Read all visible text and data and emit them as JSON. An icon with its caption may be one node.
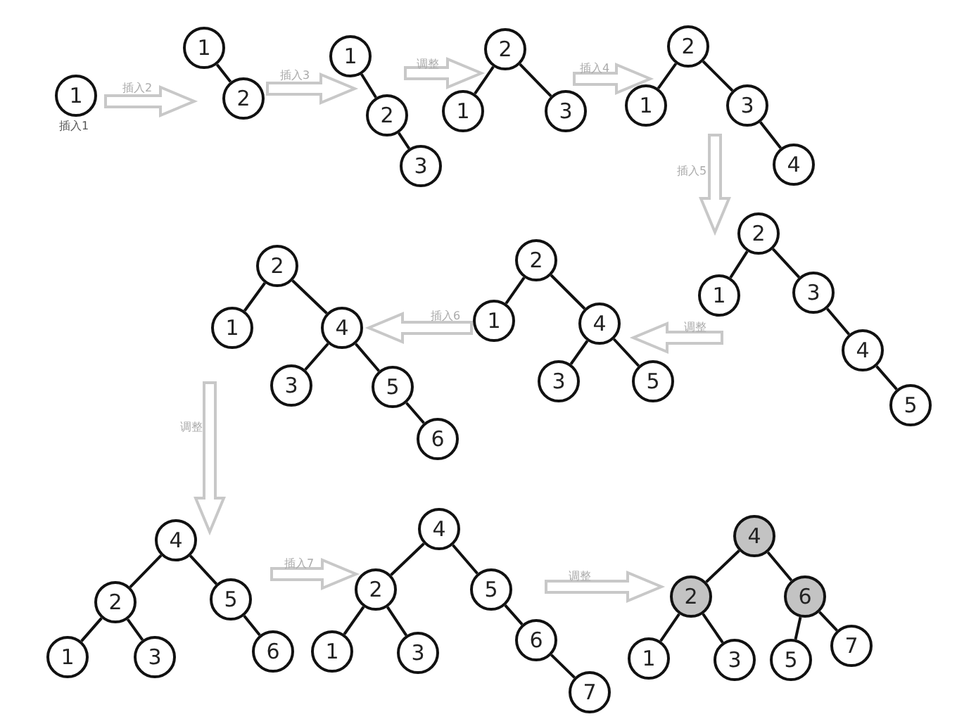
{
  "diagram": {
    "nodes": [
      {
        "text": [],
        "shape": "tree"
      },
      {
        "text": [
          "1"
        ],
        "beside": [
          "插入1"
        ],
        "in": 0
      },
      {
        "text": [],
        "shape": "tree"
      },
      {
        "text": [
          "1"
        ],
        "in": 2
      },
      {
        "text": [
          "2"
        ],
        "in": 2
      },
      {
        "text": [],
        "shape": "tree"
      },
      {
        "text": [
          "1"
        ],
        "in": 5
      },
      {
        "text": [
          "2"
        ],
        "in": 5
      },
      {
        "text": [
          "3"
        ],
        "in": 5
      },
      {
        "text": [],
        "shape": "tree"
      },
      {
        "text": [
          "2"
        ],
        "in": 9
      },
      {
        "text": [
          "1"
        ],
        "in": 9
      },
      {
        "text": [
          "3"
        ],
        "in": 9
      },
      {
        "text": [],
        "shape": "tree"
      },
      {
        "text": [
          "2"
        ],
        "in": 13
      },
      {
        "text": [
          "1"
        ],
        "in": 13
      },
      {
        "text": [
          "3"
        ],
        "in": 13
      },
      {
        "text": [
          "4"
        ],
        "in": 13
      },
      {
        "text": [],
        "shape": "tree"
      },
      {
        "text": [
          "2"
        ],
        "in": 18
      },
      {
        "text": [
          "1"
        ],
        "in": 18
      },
      {
        "text": [
          "3"
        ],
        "in": 18
      },
      {
        "text": [
          "4"
        ],
        "in": 18
      },
      {
        "text": [
          "5"
        ],
        "in": 18
      },
      {
        "text": [],
        "shape": "tree"
      },
      {
        "text": [
          "2"
        ],
        "in": 24
      },
      {
        "text": [
          "1"
        ],
        "in": 24
      },
      {
        "text": [
          "4"
        ],
        "in": 24
      },
      {
        "text": [
          "3"
        ],
        "in": 24
      },
      {
        "text": [
          "5"
        ],
        "in": 24
      },
      {
        "text": [],
        "shape": "tree"
      },
      {
        "text": [
          "2"
        ],
        "in": 30
      },
      {
        "text": [
          "1"
        ],
        "in": 30
      },
      {
        "text": [
          "4"
        ],
        "in": 30
      },
      {
        "text": [
          "3"
        ],
        "in": 30
      },
      {
        "text": [
          "5"
        ],
        "in": 30
      },
      {
        "text": [
          "6"
        ],
        "in": 30
      },
      {
        "text": [],
        "shape": "tree"
      },
      {
        "text": [
          "4"
        ],
        "in": 37
      },
      {
        "text": [
          "2"
        ],
        "in": 37
      },
      {
        "text": [
          "5"
        ],
        "in": 37
      },
      {
        "text": [
          "1"
        ],
        "in": 37
      },
      {
        "text": [
          "3"
        ],
        "in": 37
      },
      {
        "text": [
          "6"
        ],
        "in": 37
      },
      {
        "text": [],
        "shape": "tree"
      },
      {
        "text": [
          "4"
        ],
        "in": 44
      },
      {
        "text": [
          "2"
        ],
        "in": 44
      },
      {
        "text": [
          "5"
        ],
        "in": 44
      },
      {
        "text": [
          "1"
        ],
        "in": 44
      },
      {
        "text": [
          "3"
        ],
        "in": 44
      },
      {
        "text": [
          "6"
        ],
        "in": 44
      },
      {
        "text": [
          "7"
        ],
        "in": 44
      },
      {
        "text": [],
        "shape": "tree"
      },
      {
        "text": [
          "4"
        ],
        "in": 52
      },
      {
        "text": [
          "2"
        ],
        "in": 52
      },
      {
        "text": [
          "6"
        ],
        "in": 52
      },
      {
        "text": [
          "1"
        ],
        "in": 52
      },
      {
        "text": [
          "3"
        ],
        "in": 52
      },
      {
        "text": [
          "5"
        ],
        "in": 52
      },
      {
        "text": [
          "7"
        ],
        "in": 52
      }
    ],
    "edges": [
      {
        "from": 3,
        "to": 4,
        "arrow": "none"
      },
      {
        "from": 6,
        "to": 7,
        "arrow": "none"
      },
      {
        "from": 7,
        "to": 8,
        "arrow": "none"
      },
      {
        "from": 10,
        "to": 11,
        "arrow": "none"
      },
      {
        "from": 10,
        "to": 12,
        "arrow": "none"
      },
      {
        "from": 14,
        "to": 15,
        "arrow": "none"
      },
      {
        "from": 14,
        "to": 16,
        "arrow": "none"
      },
      {
        "from": 16,
        "to": 17,
        "arrow": "none"
      },
      {
        "from": 19,
        "to": 20,
        "arrow": "none"
      },
      {
        "from": 19,
        "to": 21,
        "arrow": "none"
      },
      {
        "from": 21,
        "to": 22,
        "arrow": "none"
      },
      {
        "from": 22,
        "to": 23,
        "arrow": "none"
      },
      {
        "from": 25,
        "to": 26,
        "arrow": "none"
      },
      {
        "from": 25,
        "to": 27,
        "arrow": "none"
      },
      {
        "from": 27,
        "to": 28,
        "arrow": "none"
      },
      {
        "from": 27,
        "to": 29,
        "arrow": "none"
      },
      {
        "from": 31,
        "to": 32,
        "arrow": "none"
      },
      {
        "from": 31,
        "to": 33,
        "arrow": "none"
      },
      {
        "from": 33,
        "to": 34,
        "arrow": "none"
      },
      {
        "from": 33,
        "to": 35,
        "arrow": "none"
      },
      {
        "from": 35,
        "to": 36,
        "arrow": "none"
      },
      {
        "from": 38,
        "to": 39,
        "arrow": "none"
      },
      {
        "from": 38,
        "to": 40,
        "arrow": "none"
      },
      {
        "from": 39,
        "to": 41,
        "arrow": "none"
      },
      {
        "from": 39,
        "to": 42,
        "arrow": "none"
      },
      {
        "from": 40,
        "to": 43,
        "arrow": "none"
      },
      {
        "from": 45,
        "to": 46,
        "arrow": "none"
      },
      {
        "from": 45,
        "to": 47,
        "arrow": "none"
      },
      {
        "from": 46,
        "to": 48,
        "arrow": "none"
      },
      {
        "from": 46,
        "to": 49,
        "arrow": "none"
      },
      {
        "from": 47,
        "to": 50,
        "arrow": "none"
      },
      {
        "from": 50,
        "to": 51,
        "arrow": "none"
      },
      {
        "from": 53,
        "to": 54,
        "arrow": "none"
      },
      {
        "from": 53,
        "to": 55,
        "arrow": "none"
      },
      {
        "from": 54,
        "to": 56,
        "arrow": "none"
      },
      {
        "from": 54,
        "to": 57,
        "arrow": "none"
      },
      {
        "from": 55,
        "to": 58,
        "arrow": "none"
      },
      {
        "from": 55,
        "to": 59,
        "arrow": "none"
      },
      {
        "from": 0,
        "to": 2,
        "arrow": "to",
        "label": "插入2",
        "style": "thick",
        "color": "#c8c8c8"
      },
      {
        "from": 2,
        "to": 5,
        "arrow": "to",
        "label": "插入3",
        "style": "thick",
        "color": "#c8c8c8"
      },
      {
        "from": 5,
        "to": 9,
        "arrow": "to",
        "label": "调整",
        "style": "thick",
        "color": "#c8c8c8"
      },
      {
        "from": 9,
        "to": 13,
        "arrow": "to",
        "label": "插入4",
        "style": "thick",
        "color": "#c8c8c8"
      },
      {
        "from": 13,
        "to": 18,
        "arrow": "to",
        "label": "插入5",
        "style": "thick",
        "color": "#c8c8c8"
      },
      {
        "from": 18,
        "to": 24,
        "arrow": "to",
        "label": "调整",
        "style": "thick",
        "color": "#c8c8c8"
      },
      {
        "from": 24,
        "to": 30,
        "arrow": "to",
        "label": "插入6",
        "style": "thick",
        "color": "#c8c8c8"
      },
      {
        "from": 30,
        "to": 37,
        "arrow": "to",
        "label": "调整",
        "style": "thick",
        "color": "#c8c8c8"
      },
      {
        "from": 37,
        "to": 44,
        "arrow": "to",
        "label": "插入7",
        "style": "thick",
        "color": "#c8c8c8"
      },
      {
        "from": 44,
        "to": 52,
        "arrow": "to",
        "label": "调整",
        "style": "thick",
        "color": "#c8c8c8"
      }
    ]
  }
}
